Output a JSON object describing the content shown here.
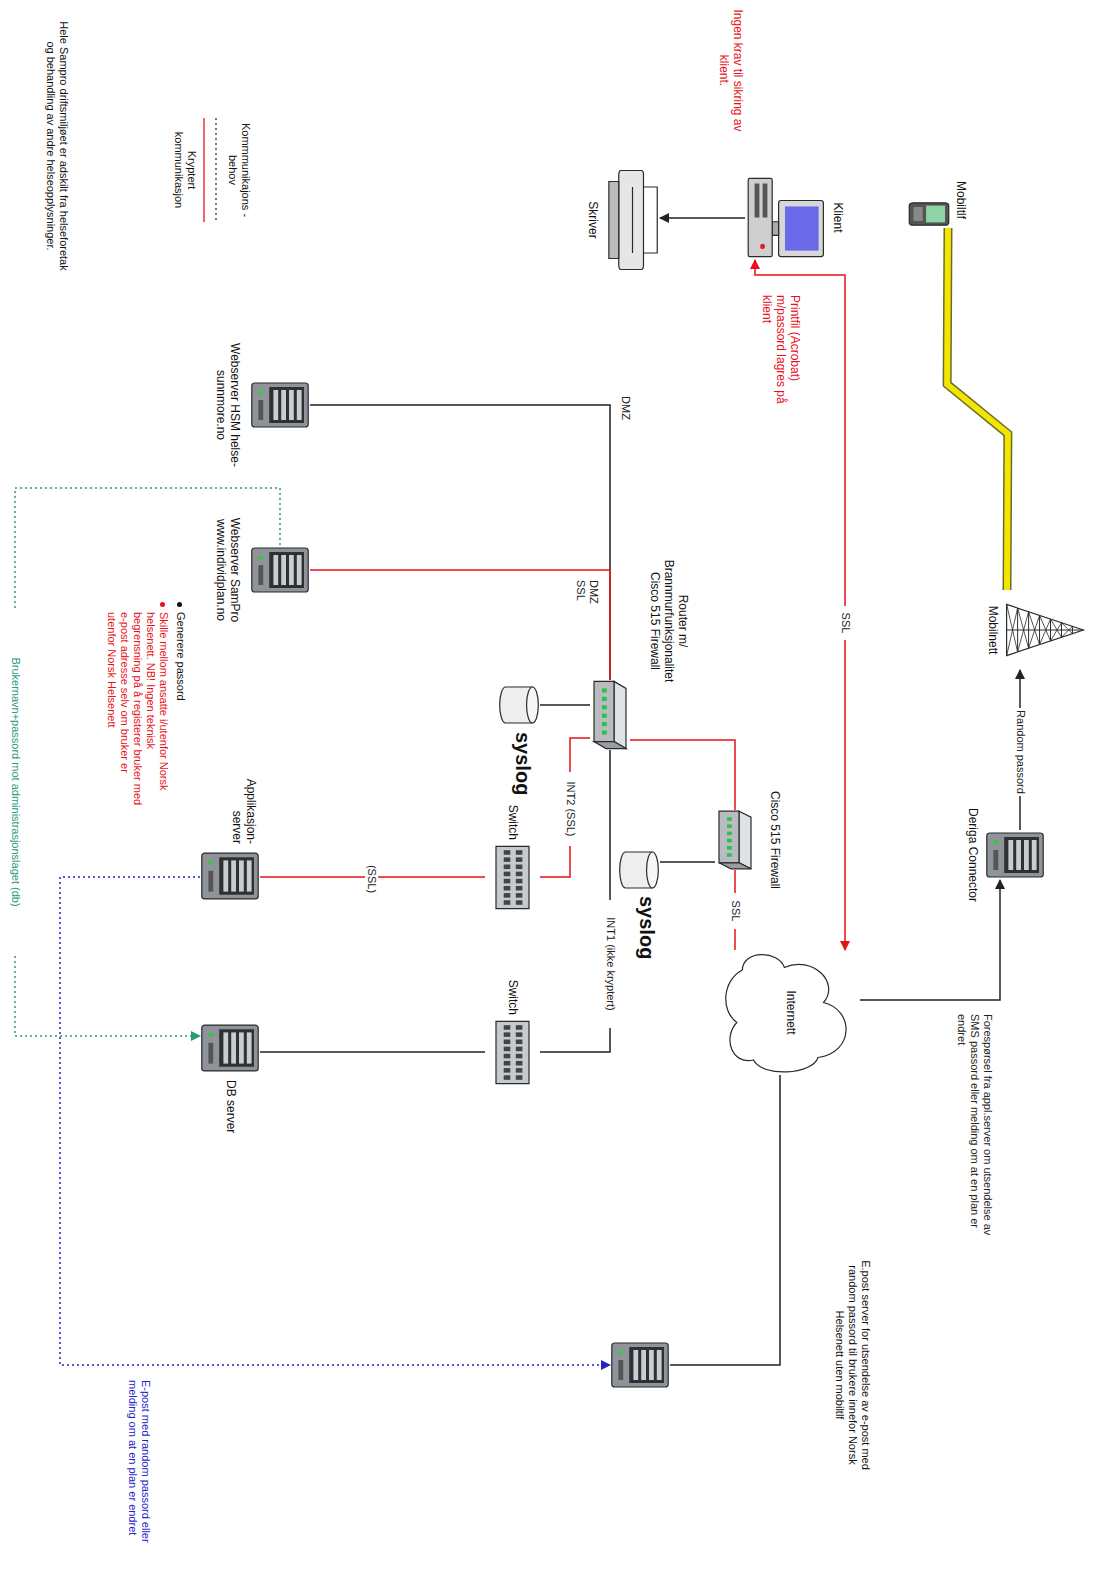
{
  "diagram": {
    "nodes": [
      {
        "text": [
          "Klient"
        ]
      },
      {
        "text": [
          "Mobiltlf"
        ]
      },
      {
        "text": [
          "Skriver"
        ]
      },
      {
        "text": [
          "Mobilnett"
        ]
      },
      {
        "text": [
          "Deriga Connector"
        ]
      },
      {
        "text": [
          "Internett"
        ]
      },
      {
        "text": [
          "Cisco 515 Firewall"
        ]
      },
      {
        "text": [
          "Router m/ Brannmurfunksjonalitet Cisco 515 Firewall"
        ]
      },
      {
        "text": [
          "syslog"
        ]
      },
      {
        "text": [
          "syslog"
        ]
      },
      {
        "text": [
          "Webserver HSM helse-sunnmore.no"
        ]
      },
      {
        "text": [
          "Webserver SamPro www.individplan.no"
        ]
      },
      {
        "text": [
          "Switch"
        ]
      },
      {
        "text": [
          "Switch"
        ]
      },
      {
        "text": [
          "Applikasjon- server"
        ]
      },
      {
        "text": [
          "DB server"
        ]
      },
      {
        "text": [
          "E.post server for utsendelse av e-post med random passord til brukere innefor Norsk Helsenett uten mobiltlf"
        ]
      }
    ],
    "edges": [
      {
        "from": 0,
        "to": 2,
        "arrow": "to"
      },
      {
        "from": 1,
        "to": 3,
        "arrow": "none"
      },
      {
        "from": 4,
        "to": 3,
        "label": "Random passord",
        "arrow": "to"
      },
      {
        "from": 5,
        "to": 4,
        "label": "Forespørsel fra appl.server om utsendelse av SMS passord eller melding om at en plan er endret",
        "arrow": "to"
      },
      {
        "from": 0,
        "to": 5,
        "label": "SSL",
        "arrow": "both"
      },
      {
        "from": 7,
        "to": 6,
        "arrow": "none"
      },
      {
        "from": 6,
        "to": 5,
        "label": "SSL",
        "arrow": "none"
      },
      {
        "from": 7,
        "to": 8,
        "arrow": "none"
      },
      {
        "from": 6,
        "to": 9,
        "arrow": "none"
      },
      {
        "from": 7,
        "to": 10,
        "label": "DMZ",
        "arrow": "none"
      },
      {
        "from": 7,
        "to": 11,
        "label": "DMZ SSL",
        "arrow": "none"
      },
      {
        "from": 7,
        "to": 12,
        "label": "INT2 (SSL)",
        "arrow": "none"
      },
      {
        "from": 7,
        "to": 13,
        "label": "INT1 (ikke kryptert)",
        "arrow": "none"
      },
      {
        "from": 12,
        "to": 14,
        "label": "(SSL)",
        "arrow": "none"
      },
      {
        "from": 13,
        "to": 15,
        "arrow": "none"
      },
      {
        "from": 5,
        "to": 16,
        "arrow": "none"
      },
      {
        "from": 14,
        "to": 16,
        "label": "E-post med random passord eller melding om at en plan er endret",
        "arrow": "to"
      },
      {
        "from": 11,
        "to": 15,
        "label": "Brukernavn+passord mot administrasjonslaget (db)",
        "arrow": "to"
      }
    ],
    "labels": [
      "Ingen krav til sikring av klient.",
      "Printfil (Acrobat) m/passord lagres på klient",
      "Generere passord",
      "Skille mellom ansatte i/utenfor Norsk helsenett. NB! Ingen teknisk begrensning på å registerer bruker med e-post adresse selv om bruker er utenfor Norsk Helsenett",
      "Hele Sampro driftsmiljøet er adskilt fra helseforetak og behandling av andre helseopplysninger."
    ],
    "legend": [
      {
        "text": "Kommmunikajons -behov"
      },
      {
        "text": "Kryptert kommunikasjon"
      }
    ]
  }
}
